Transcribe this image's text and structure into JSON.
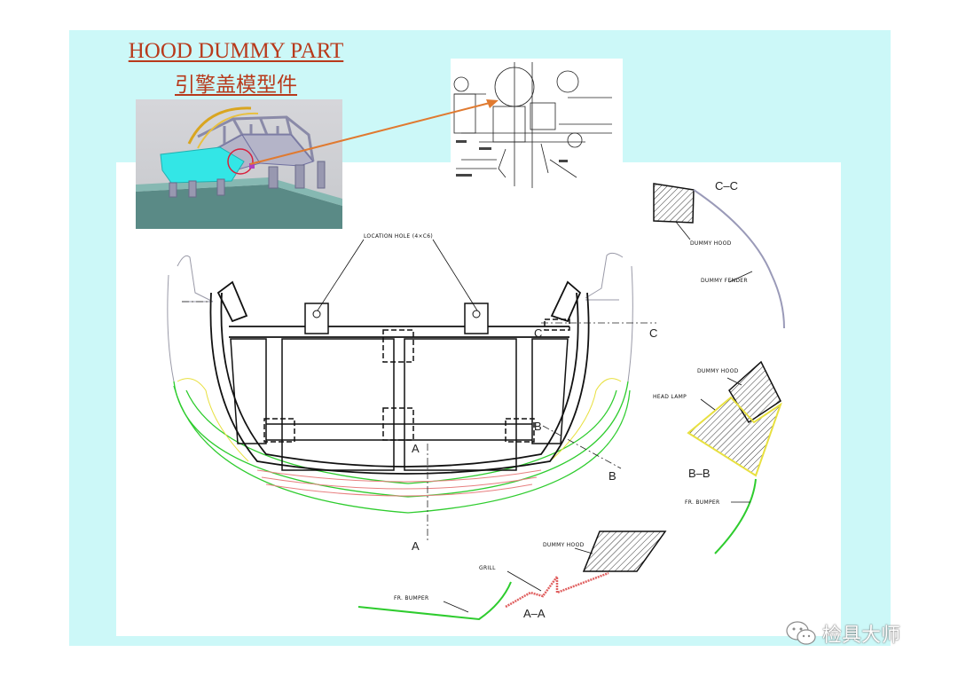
{
  "title_en": "HOOD DUMMY PART",
  "title_cn": "引擎盖模型件",
  "labels": {
    "location_hole": "LOCATION HOLE (4×C6)",
    "section_cc": "C–C",
    "dummy_hood_1": "DUMMY HOOD",
    "dummy_fender": "DUMMY FENDER",
    "dummy_hood_2": "DUMMY HOOD",
    "head_lamp": "HEAD LAMP",
    "section_bb": "B–B",
    "fr_bumper_1": "FR. BUMPER",
    "dummy_hood_3": "DUMMY HOOD",
    "grill": "GRILL",
    "fr_bumper_2": "FR. BUMPER",
    "section_aa": "A–A",
    "cut_c_1": "C",
    "cut_c_2": "C",
    "cut_b_1": "B",
    "cut_b_2": "B",
    "cut_a_1": "A",
    "cut_a_2": "A"
  },
  "watermark": "检具大师",
  "colors": {
    "background": "#ccf8f8",
    "title": "#b83a1c",
    "arrow": "#e07a30",
    "bumper_green": "#2ecc2e",
    "lamp_yellow": "#e8e040",
    "grill_red": "#e06060",
    "hood_cyan": "#33e6e6"
  }
}
